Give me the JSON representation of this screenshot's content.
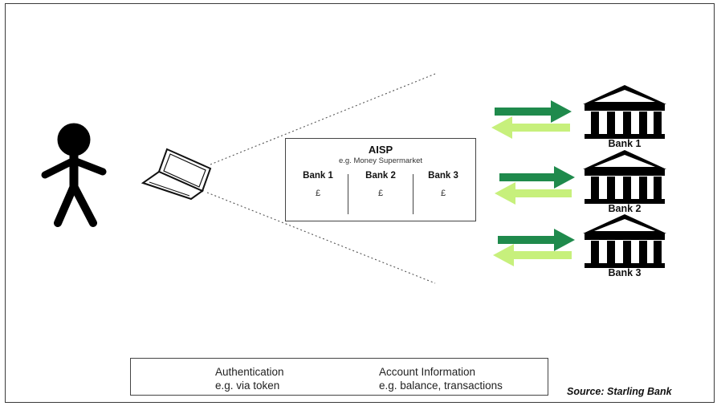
{
  "aisp": {
    "title": "AISP",
    "subtitle": "e.g. Money Supermarket",
    "columns": [
      {
        "name": "Bank 1",
        "value": "£"
      },
      {
        "name": "Bank 2",
        "value": "£"
      },
      {
        "name": "Bank 3",
        "value": "£"
      }
    ]
  },
  "banks": [
    "Bank 1",
    "Bank 2",
    "Bank 3"
  ],
  "legend": {
    "authentication": {
      "line1": "Authentication",
      "line2": "e.g. via token"
    },
    "account_information": {
      "line1": "Account Information",
      "line2": "e.g. balance, transactions"
    }
  },
  "source": "Source: Starling Bank",
  "colors": {
    "auth_arrow": "#1f8a4c",
    "info_arrow": "#c7f07c",
    "outline": "#111111"
  },
  "icons": [
    "person-icon",
    "laptop-icon",
    "bank-icon"
  ]
}
